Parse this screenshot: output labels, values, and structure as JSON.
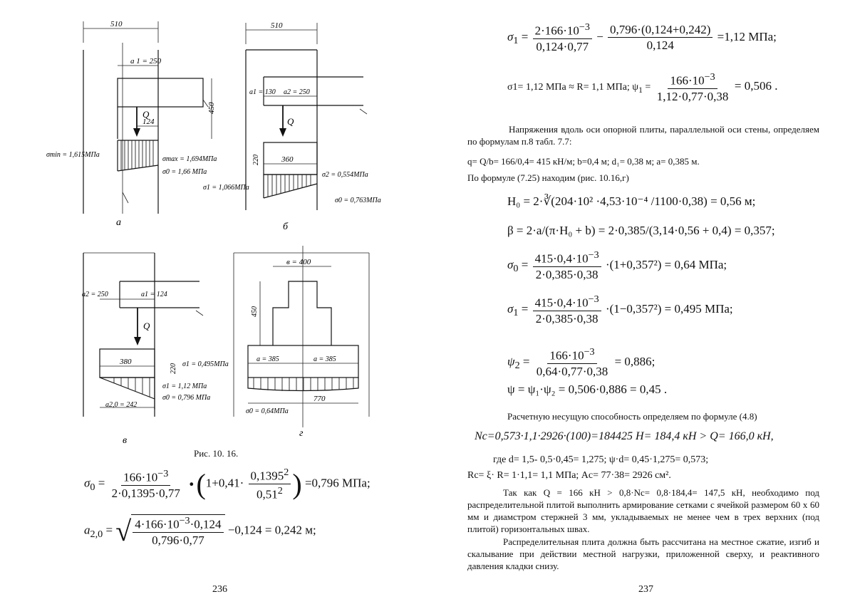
{
  "left": {
    "figure_labels": {
      "a": "а",
      "b": "б",
      "v": "в",
      "g": "г"
    },
    "fig_a": {
      "dim_510": "510",
      "a1": "a 1 = 250",
      "Q": "Q",
      "dim_124": "124",
      "dim_450": "450",
      "sigma_min": "σmin = 1,615МПа",
      "sigma_max": "σmax = 1,694МПа",
      "sigma_0": "σ0 = 1,66 МПа"
    },
    "fig_b": {
      "dim_510": "510",
      "a1": "a1 = 130",
      "a2": "a2 = 250",
      "Q": "Q",
      "dim_220": "220",
      "dim_360": "360",
      "sigma_2": "σ2 = 0,554МПа",
      "sigma_1": "σ1 = 1,066МПа",
      "sigma_0": "σ0 = 0,763МПа"
    },
    "fig_v": {
      "a2": "a2 = 250",
      "a1": "a1 = 124",
      "Q": "Q",
      "dim_380": "380",
      "dim_220": "220",
      "sigma_1a": "σ1 = 0,495МПа",
      "sigma_1b": "σ1 = 1,12 МПа",
      "sigma_0": "σ0 = 0,796 МПа",
      "a20": "a2,0 = 242"
    },
    "fig_g": {
      "b": "в = 400",
      "dim_450": "450",
      "a_left": "a = 385",
      "a_right": "a = 385",
      "sigma_0": "σ0 = 0,64МПа",
      "dim_770": "770"
    },
    "caption": "Рис. 10. 16.",
    "eq1": {
      "lhs": "σ",
      "lhs_sub": "0",
      "num": "166·10",
      "num_exp": "−3",
      "den": "2·0,1395·0,77",
      "inner_a": "1+0,41·",
      "inner_num": "0,1395",
      "inner_num_exp": "2",
      "inner_den": "0,51",
      "inner_den_exp": "2",
      "result": "=0,796 МПа;"
    },
    "eq2": {
      "lhs": "a",
      "lhs_sub": "2,0",
      "num": "4·166·10",
      "num_exp": "−3",
      "num_tail": "·0,124",
      "den": "0,796·0,77",
      "tail": "−0,124 = 0,242 м;"
    },
    "page_number": "236"
  },
  "right": {
    "eq_sigma1": {
      "lhs": "σ",
      "lhs_sub": "1",
      "f1_num": "2·166·10",
      "f1_exp": "−3",
      "f1_den": "0,124·0,77",
      "f2_num": "0,796·(0,124+0,242)",
      "f2_den": "0,124",
      "result": "=1,12 МПа;"
    },
    "eq_psi1": {
      "text": "σ1= 1,12 МПа ≈ R= 1,1 МПа; ψ",
      "sub": "1",
      "num": "166·10",
      "num_exp": "−3",
      "den": "1,12·0,77·0,38",
      "result": "= 0,506 ."
    },
    "para1": "Напряжения вдоль оси опорной плиты, параллельной оси стены, определяем по формулам п.8 табл. 7.7:",
    "line_q": "q= Q/b= 166/0,4= 415 кН/м; b=0,4 м; d₁= 0,38 м; a= 0,385 м.",
    "line_formula": "По формуле (7.25) находим (рис. 10.16,г)",
    "eq_H0": "H₀ = 2·∛(204·10² ·4,53·10⁻⁴ /1100·0,38) = 0,56 м;",
    "eq_beta": "β = 2·a/(π·H₀ + b) = 2·0,385/(3,14·0,56 + 0,4) = 0,357;",
    "eq_sigma0": {
      "lhs": "σ",
      "lhs_sub": "0",
      "num": "415·0,4·10",
      "num_exp": "−3",
      "den": "2·0,385·0,38",
      "tail": "·(1+0,357²) = 0,64 МПа;"
    },
    "eq_sigma1b": {
      "lhs": "σ",
      "lhs_sub": "1",
      "num": "415·0,4·10",
      "num_exp": "−3",
      "den": "2·0,385·0,38",
      "tail": "·(1−0,357²) = 0,495 МПа;"
    },
    "eq_psi2": {
      "lhs": "ψ",
      "lhs_sub": "2",
      "num": "166·10",
      "num_exp": "−3",
      "den": "0,64·0,77·0,38",
      "result": "= 0,886;"
    },
    "eq_psi": "ψ = ψ₁·ψ₂ = 0,506·0,886 = 0,45 .",
    "para2": "Расчетную несущую способность определяем по формуле (4.8)",
    "eq_Nc": "Nc=0,573·1,1·2926·(100)=184425 Н= 184,4 кН > Q= 166,0 кН,",
    "line_where": "где  d=  1,5-  0,5·0,45=  1,275;  ψ·d=  0,45·1,275=  0,573;",
    "line_Rc": "Rc= ξ· R= 1·1,1= 1,1 МПа; Ac= 77·38= 2926 см².",
    "para3": "Так как Q = 166 кН > 0,8·Nc= 0,8·184,4= 147,5 кН, необходимо под распределительной плитой выполнить армирование сетками с ячейкой размером 60 х 60 мм и диамстром стержней 3 мм, укладываемых не менее чем в трех верхних (под плитой) горизонтальных швах.",
    "para4": "Распределительная плита должна быть рассчитана на местное сжатие, изгиб и скалывание при действии местной нагрузки, приложенной сверху, и реактивного давления кладки снизу.",
    "page_number": "237"
  }
}
